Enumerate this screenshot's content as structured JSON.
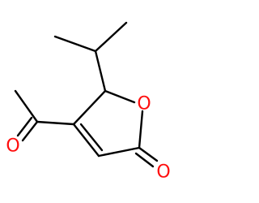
{
  "molecule": {
    "atoms": {
      "ring_oxygen": {
        "symbol": "O",
        "color": "#ff0d0d"
      },
      "carbonyl_oxygen_lactone": {
        "symbol": "O",
        "color": "#ff0d0d"
      },
      "carbonyl_oxygen_acetyl": {
        "symbol": "O",
        "color": "#ff0d0d"
      }
    },
    "bond_color": "#000000",
    "heteroatom_color": "#ff0d0d"
  }
}
